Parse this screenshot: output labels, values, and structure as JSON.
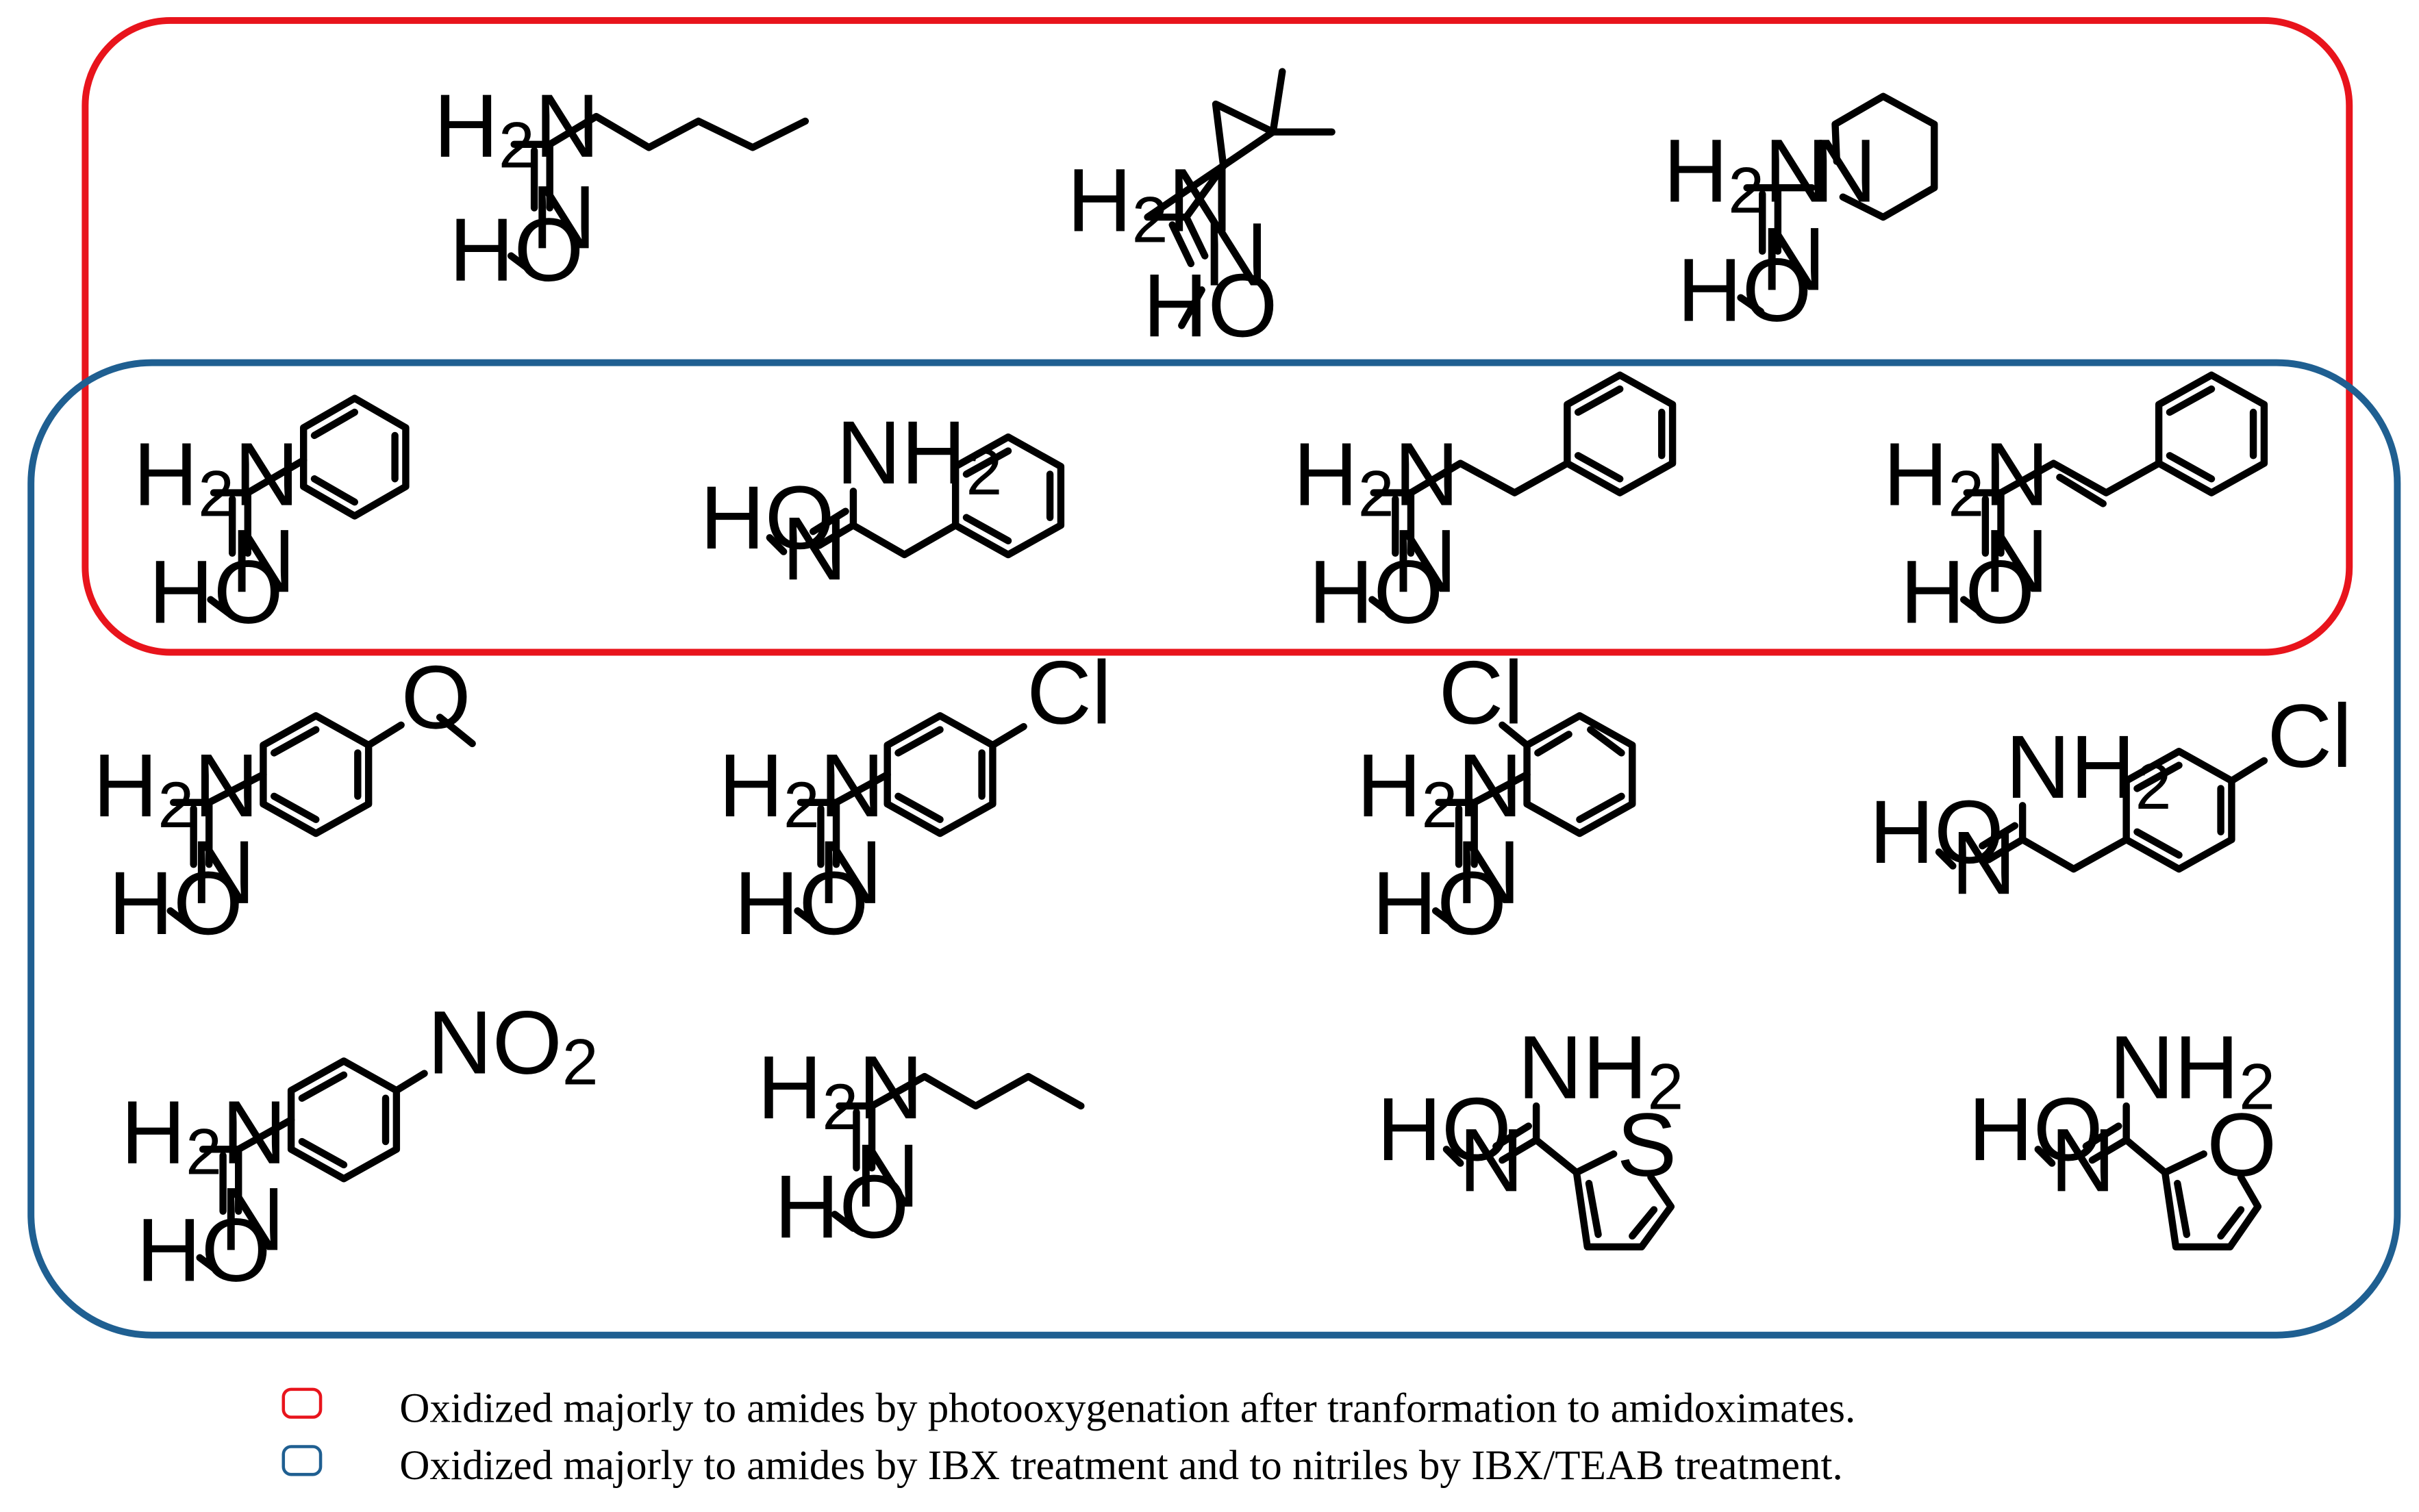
{
  "groups": {
    "red": {
      "color": "#e8141c",
      "legend": "Oxidized majorly to amides by photooxygenation after tranformation to amidoximates."
    },
    "blue": {
      "color": "#1f5f91",
      "legend": "Oxidized majorly to amides by IBX treatment and to nitriles by IBX/TEAB treatment."
    }
  },
  "atoms": {
    "h2n": "H",
    "h2n_sub": "2",
    "h2n_n": "N",
    "nh": "NH",
    "nh_sub": "2",
    "n": "N",
    "ho": "HO",
    "cl": "Cl",
    "no": "NO",
    "no_sub": "2",
    "o": "O",
    "s": "S"
  }
}
